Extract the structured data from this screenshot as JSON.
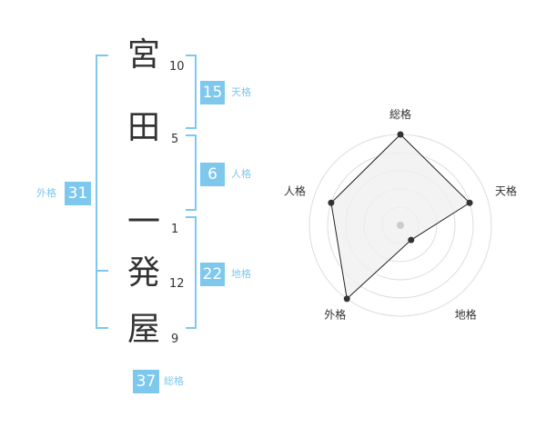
{
  "name_chars": [
    {
      "char": "宮",
      "strokes": "10"
    },
    {
      "char": "田",
      "strokes": "5"
    },
    {
      "char": "一",
      "strokes": "1"
    },
    {
      "char": "発",
      "strokes": "12"
    },
    {
      "char": "屋",
      "strokes": "9"
    }
  ],
  "kaku": {
    "tenkaku": {
      "value": "15",
      "label": "天格"
    },
    "jinkaku": {
      "value": "6",
      "label": "人格"
    },
    "chikaku": {
      "value": "22",
      "label": "地格"
    },
    "gaikaku": {
      "value": "31",
      "label": "外格"
    },
    "soukaku": {
      "value": "37",
      "label": "総格"
    }
  },
  "chart_data": {
    "type": "radar",
    "axes": [
      "総格",
      "天格",
      "地格",
      "外格",
      "人格"
    ],
    "values": [
      5,
      4,
      1,
      5,
      4
    ],
    "range": [
      0,
      5
    ],
    "rings": 5,
    "center_dot_color": "#cccccc",
    "line_color": "#222222",
    "fill_color": "#f0f0f0"
  }
}
